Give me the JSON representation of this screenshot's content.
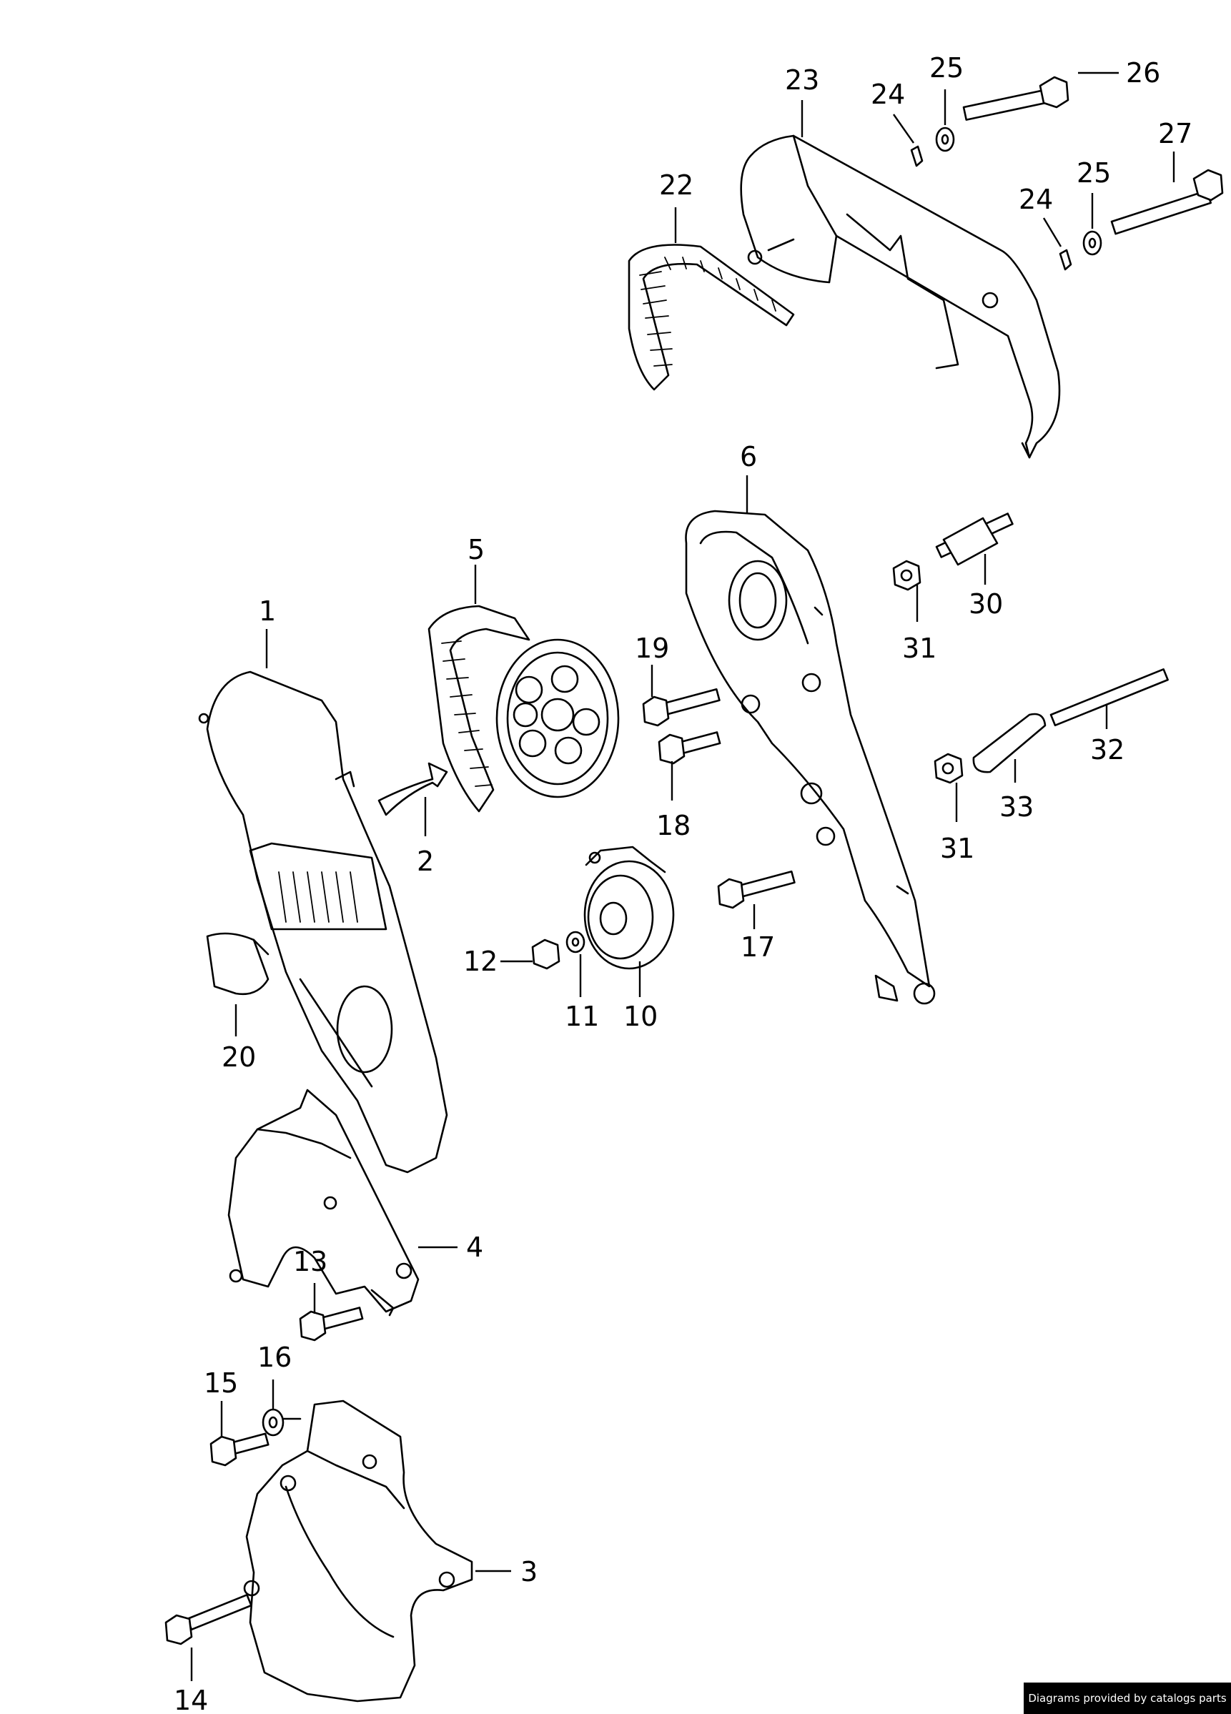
{
  "credit": "Diagrams provided by catalogs parts",
  "callouts": [
    {
      "id": "1",
      "text": "1"
    },
    {
      "id": "2",
      "text": "2"
    },
    {
      "id": "3",
      "text": "3"
    },
    {
      "id": "4",
      "text": "4"
    },
    {
      "id": "5",
      "text": "5"
    },
    {
      "id": "6",
      "text": "6"
    },
    {
      "id": "10",
      "text": "10"
    },
    {
      "id": "11",
      "text": "11"
    },
    {
      "id": "12",
      "text": "12"
    },
    {
      "id": "13",
      "text": "13"
    },
    {
      "id": "14",
      "text": "14"
    },
    {
      "id": "15",
      "text": "15"
    },
    {
      "id": "16",
      "text": "16"
    },
    {
      "id": "17",
      "text": "17"
    },
    {
      "id": "18",
      "text": "18"
    },
    {
      "id": "19",
      "text": "19"
    },
    {
      "id": "20",
      "text": "20"
    },
    {
      "id": "22",
      "text": "22"
    },
    {
      "id": "23",
      "text": "23"
    },
    {
      "id": "24a",
      "text": "24"
    },
    {
      "id": "24b",
      "text": "24"
    },
    {
      "id": "25a",
      "text": "25"
    },
    {
      "id": "25b",
      "text": "25"
    },
    {
      "id": "26",
      "text": "26"
    },
    {
      "id": "27",
      "text": "27"
    },
    {
      "id": "30",
      "text": "30"
    },
    {
      "id": "31a",
      "text": "31"
    },
    {
      "id": "31b",
      "text": "31"
    },
    {
      "id": "32",
      "text": "32"
    },
    {
      "id": "33",
      "text": "33"
    }
  ]
}
